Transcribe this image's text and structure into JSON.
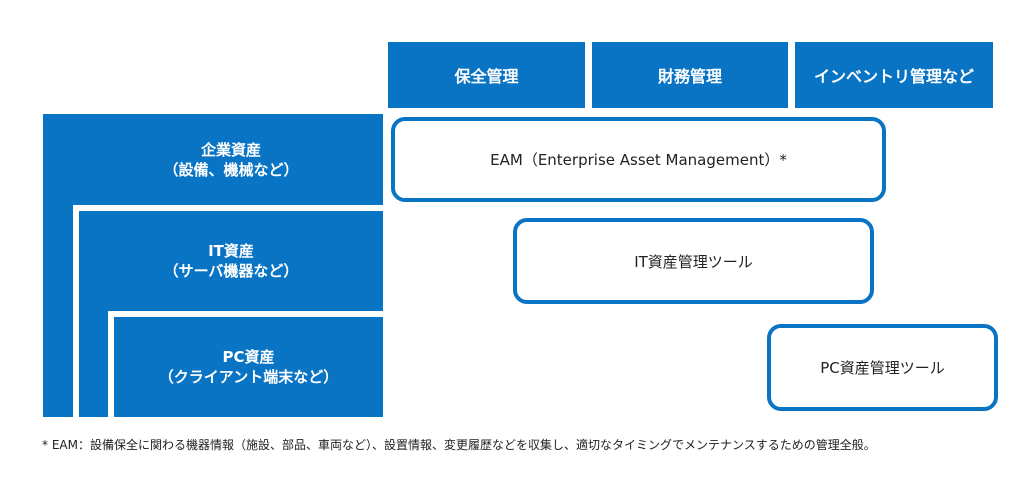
{
  "headers": [
    {
      "label": "保全管理"
    },
    {
      "label": "財務管理"
    },
    {
      "label": "インベントリ管理など"
    }
  ],
  "rows": [
    {
      "title": "企業資産",
      "subtitle": "（設備、機械など）"
    },
    {
      "title": "IT資産",
      "subtitle": "（サーバ機器など）"
    },
    {
      "title": "PC資産",
      "subtitle": "（クライアント端末など）"
    }
  ],
  "tools": [
    {
      "label": "EAM（Enterprise Asset Management）*"
    },
    {
      "label": "IT資産管理ツール"
    },
    {
      "label": "PC資産管理ツール"
    }
  ],
  "footnote": "* EAM：設備保全に関わる機器情報（施設、部品、車両など）、設置情報、変更履歴などを収集し、適切なタイミングでメンテナンスするための管理全般。",
  "colors": {
    "accent": "#0a74c4",
    "text": "#222222",
    "background": "#ffffff"
  }
}
